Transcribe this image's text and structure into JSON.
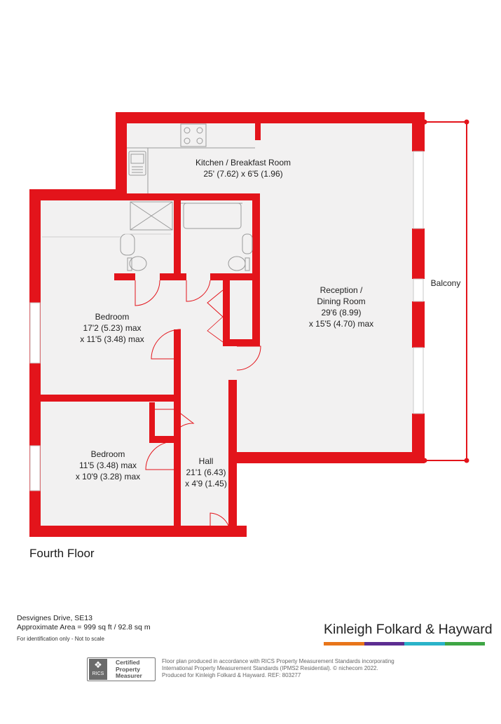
{
  "rooms": {
    "kitchen": {
      "name": "Kitchen / Breakfast Room",
      "dims": "25' (7.62) x 6'5 (1.96)"
    },
    "reception": {
      "name1": "Reception /",
      "name2": "Dining Room",
      "dim1": "29'6 (8.99)",
      "dim2": "x 15'5 (4.70) max"
    },
    "bedroom1": {
      "name": "Bedroom",
      "dim1": "17'2 (5.23) max",
      "dim2": "x 11'5 (3.48) max"
    },
    "bedroom2": {
      "name": "Bedroom",
      "dim1": "11'5 (3.48) max",
      "dim2": "x 10'9 (3.28) max"
    },
    "hall": {
      "name": "Hall",
      "dim1": "21'1 (6.43)",
      "dim2": "x 4'9 (1.45)"
    },
    "balcony": {
      "name": "Balcony"
    }
  },
  "floor_title": "Fourth Floor",
  "address": {
    "line1": "Desvignes Drive, SE13",
    "line2": "Approximate Area = 999 sq ft / 92.8 sq m",
    "note": "For identification only - Not to scale"
  },
  "brand": {
    "name": "Kinleigh Folkard & Hayward",
    "bar_colors": [
      "#e8751a",
      "#5c2d91",
      "#2ab3c9",
      "#3ea644"
    ]
  },
  "certification": {
    "logo_text": "RICS",
    "line1": "Certified",
    "line2": "Property",
    "line3": "Measurer"
  },
  "disclaimer": {
    "line1": "Floor plan produced in accordance with RICS Property Measurement Standards incorporating",
    "line2": "International Property Measurement Standards (IPMS2 Residential).  © nichecom 2022.",
    "line3": "Produced for Kinleigh Folkard & Hayward.   REF: 803277"
  },
  "colors": {
    "wall": "#e3141b",
    "floor": "#f2f1f1",
    "fixture": "#9a9a9a"
  }
}
